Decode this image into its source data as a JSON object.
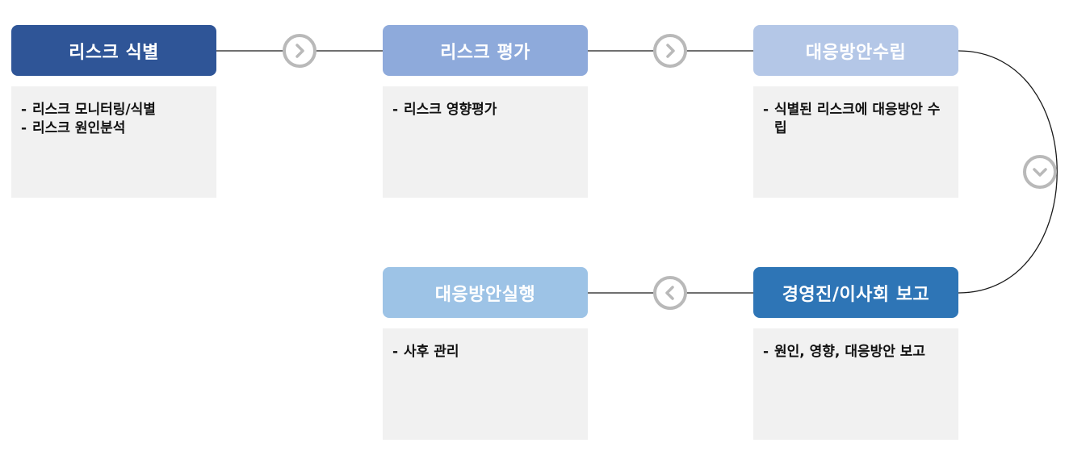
{
  "colors": {
    "connector_line": "#1a1a1a",
    "arrow_ring": "#b9b9b9",
    "box_background": "#f1f1f1"
  },
  "stages": [
    {
      "title": "리스크 식별",
      "color": "#2f5597",
      "items": [
        "리스크 모니터링/식별",
        "리스크 원인분석"
      ]
    },
    {
      "title": "리스크 평가",
      "color": "#8eaadb",
      "items": [
        "리스크 영향평가"
      ]
    },
    {
      "title": "대응방안수립",
      "color": "#b4c7e7",
      "items": [
        "식별된 리스크에 대응방안 수립"
      ]
    },
    {
      "title": "경영진/이사회 보고",
      "color": "#2e75b6",
      "items": [
        "원인, 영향, 대응방안 보고"
      ]
    },
    {
      "title": "대응방안실행",
      "color": "#9dc3e6",
      "items": [
        "사후 관리"
      ]
    }
  ],
  "arrows": [
    {
      "direction": "right"
    },
    {
      "direction": "right"
    },
    {
      "direction": "down"
    },
    {
      "direction": "left"
    }
  ]
}
